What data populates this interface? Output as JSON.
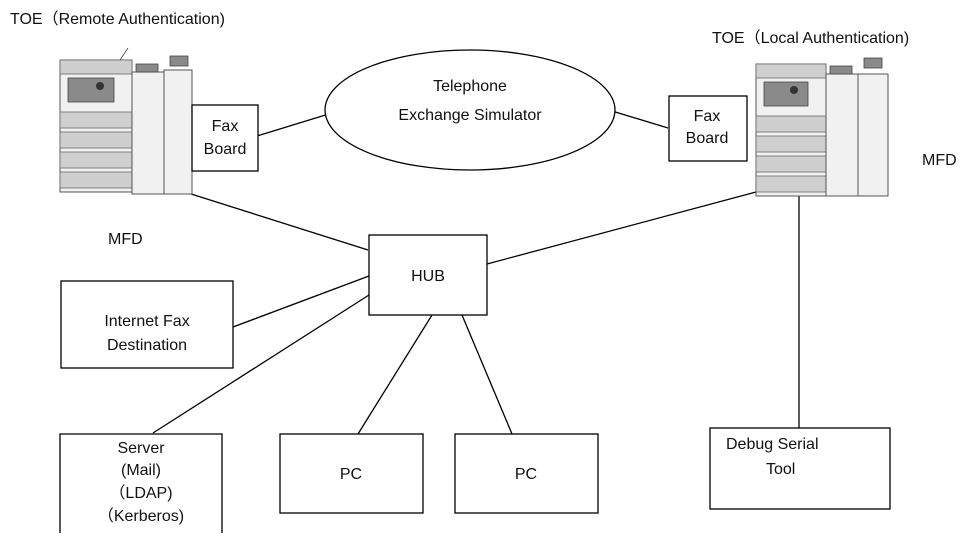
{
  "labels": {
    "toe_remote": "TOE（Remote Authentication)",
    "toe_local": "TOE（Local Authentication)",
    "mfd_left": "MFD",
    "mfd_right": "MFD"
  },
  "nodes": {
    "telephone_simulator": [
      "Telephone",
      "Exchange Simulator"
    ],
    "fax_board_left": [
      "Fax",
      "Board"
    ],
    "fax_board_right": [
      "Fax",
      "Board"
    ],
    "hub": [
      "HUB"
    ],
    "internet_fax": [
      "Internet Fax",
      "Destination"
    ],
    "server": [
      "Server",
      "(Mail)",
      "（LDAP)",
      "（Kerberos)"
    ],
    "pc_1": [
      "PC"
    ],
    "pc_2": [
      "PC"
    ],
    "debug_tool": [
      "Debug Serial",
      "Tool"
    ]
  }
}
